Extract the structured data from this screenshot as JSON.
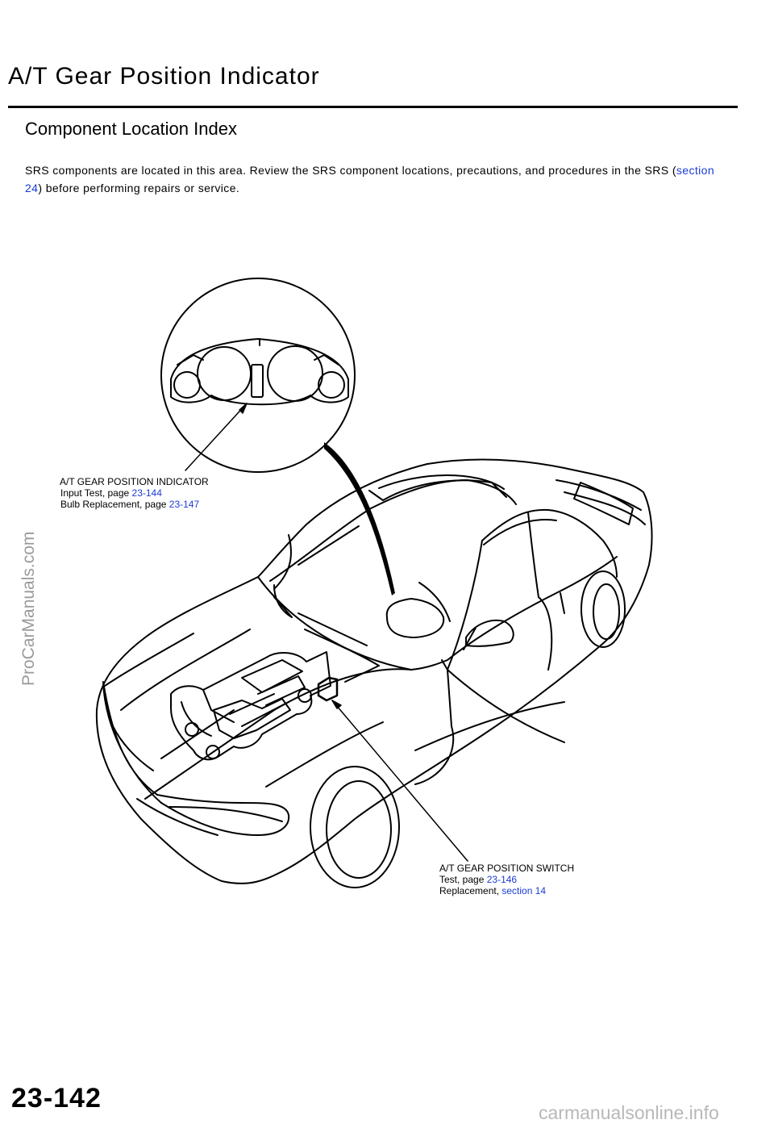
{
  "header": {
    "title": "A/T Gear Position Indicator",
    "subtitle": "Component Location Index"
  },
  "notice": {
    "text_before": "SRS components are located in this area. Review the SRS component locations, precautions, and procedures in the SRS (",
    "link_text": "section 24",
    "text_after": ") before performing repairs or service."
  },
  "callouts": {
    "indicator": {
      "name": "A/T GEAR POSITION INDICATOR",
      "line1_label": "Input Test, page ",
      "line1_link": "23-144",
      "line2_label": "Bulb Replacement, page ",
      "line2_link": "23-147"
    },
    "switch": {
      "name": "A/T GEAR POSITION SWITCH",
      "line1_label": "Test, page ",
      "line1_link": "23-146",
      "line2_label": "Replacement, ",
      "line2_link": "section 14"
    }
  },
  "watermark": "ProCarManuals.com",
  "page_number": "23-142",
  "footer_mark": "carmanualsonline.info",
  "colors": {
    "link": "#1a3bd6",
    "text": "#000000",
    "watermark": "#9a9a9a"
  }
}
